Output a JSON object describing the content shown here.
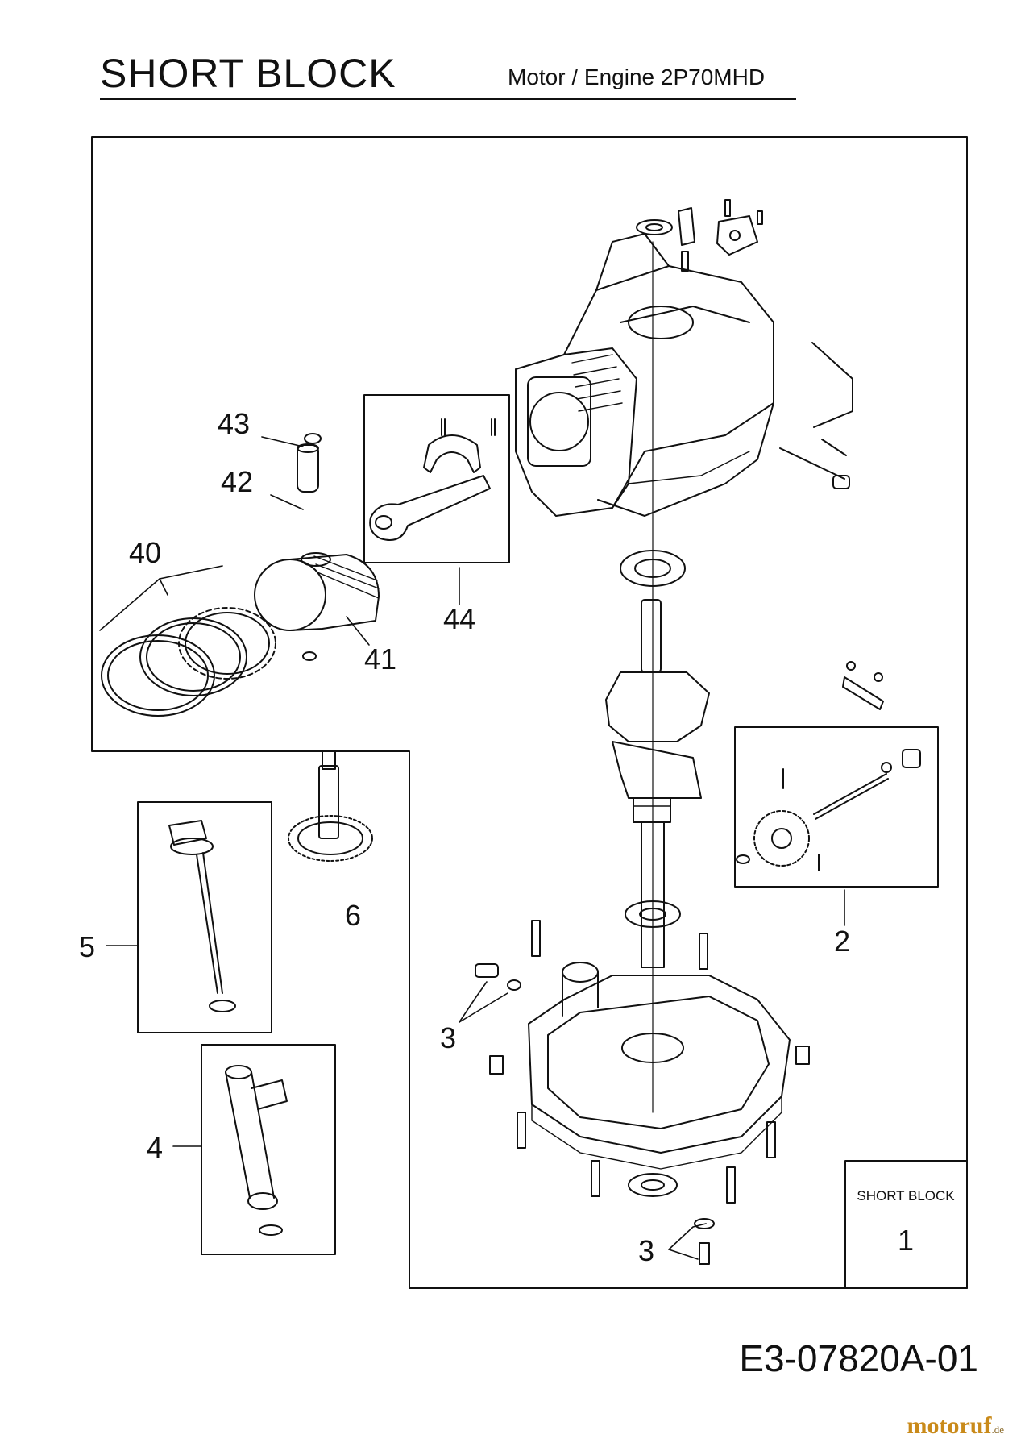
{
  "header": {
    "title": "SHORT BLOCK",
    "subtitle": "Motor / Engine  2P70MHD"
  },
  "callouts": {
    "c1": "1",
    "c2": "2",
    "c3a": "3",
    "c3b": "3",
    "c4": "4",
    "c5": "5",
    "c6": "6",
    "c40": "40",
    "c41": "41",
    "c42": "42",
    "c43": "43",
    "c44": "44"
  },
  "legend_box": {
    "label": "SHORT BLOCK",
    "number": "1"
  },
  "footer": {
    "doc_code": "E3-07820A-01",
    "logo_main": "motoruf",
    "logo_suffix": ".de"
  }
}
